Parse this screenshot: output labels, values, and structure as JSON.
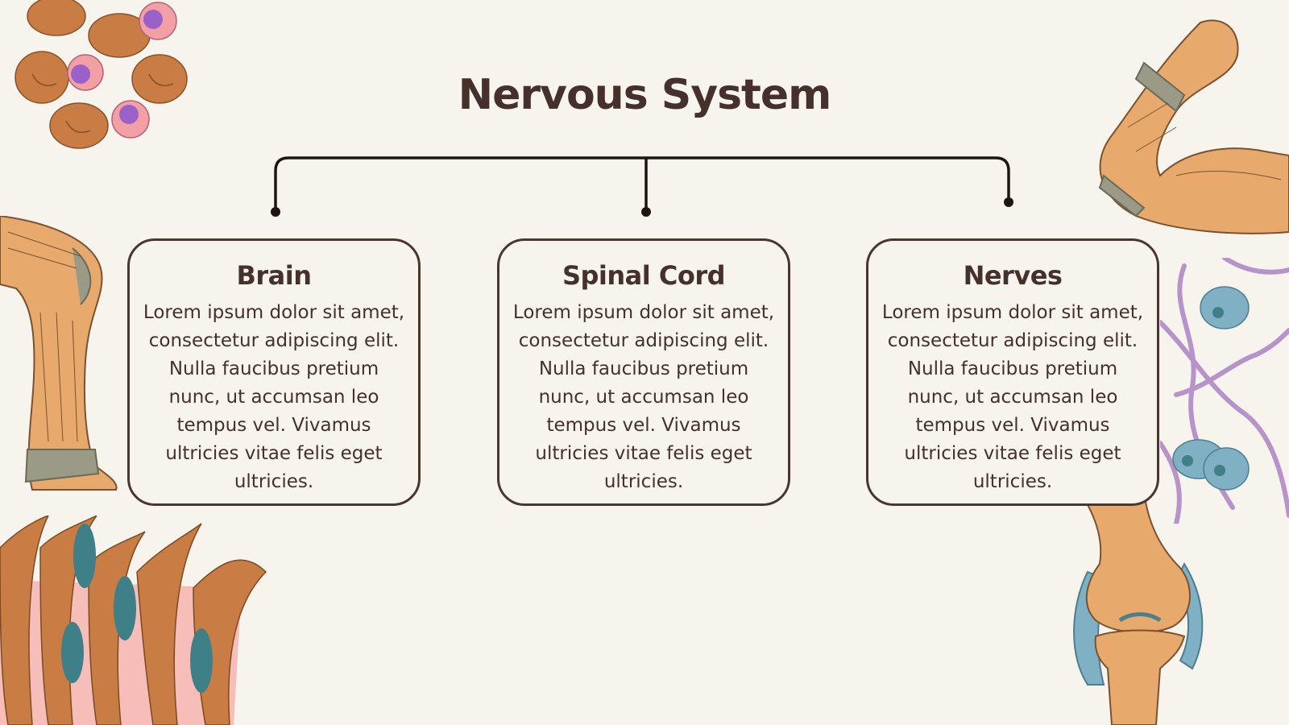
{
  "title": "Nervous System",
  "cards": [
    {
      "heading": "Brain",
      "text": "Lorem ipsum dolor sit amet, consectetur adipiscing elit. Nulla faucibus pretium nunc, ut accumsan leo tempus vel. Vivamus ultricies vitae felis eget ultricies."
    },
    {
      "heading": "Spinal Cord",
      "text": "Lorem ipsum dolor sit amet, consectetur adipiscing elit. Nulla faucibus pretium nunc, ut accumsan leo tempus vel. Vivamus ultricies vitae felis eget ultricies."
    },
    {
      "heading": "Nerves",
      "text": "Lorem ipsum dolor sit amet, consectetur adipiscing elit. Nulla faucibus pretium nunc, ut accumsan leo tempus vel. Vivamus ultricies vitae felis eget ultricies."
    }
  ],
  "colors": {
    "background": "#f7f4ee",
    "text": "#45302b",
    "skin": "#e8a96d",
    "red_cell": "#c97d45",
    "white_cell": "#f2a0a4",
    "nucleus": "#9a62c9",
    "teal": "#3f7f88",
    "purple_fiber": "#b693c8"
  },
  "icons": [
    "blood-cells-illustration",
    "leg-muscle-illustration",
    "tissue-illustration",
    "arm-muscle-illustration",
    "neuron-cells-illustration",
    "knee-joint-illustration"
  ]
}
